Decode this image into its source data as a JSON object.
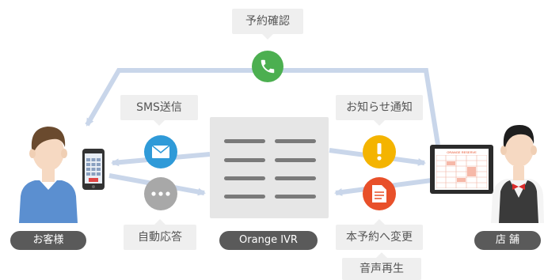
{
  "labels": {
    "reservation_confirm": "予約確認",
    "sms_send": "SMS送信",
    "auto_response": "自動応答",
    "notification": "お知らせ通知",
    "change_to_confirmed": "本予約へ変更",
    "audio_playback": "音声再生"
  },
  "pills": {
    "customer": "お客様",
    "ivr": "Orange IVR",
    "store": "店 舗"
  },
  "tablet_screen_title": "ORANGE RESERVE",
  "icons": [
    "phone-icon",
    "mail-icon",
    "dots-icon",
    "exclamation-icon",
    "document-icon",
    "smartphone-icon",
    "tablet-icon",
    "server-icon"
  ],
  "colors": {
    "arrow": "#c9d6ea",
    "phone_green": "#4caf50",
    "mail_blue": "#2f9ad8",
    "dots_gray": "#a8a8a8",
    "alert_yellow": "#f4b400",
    "doc_red": "#e8502a",
    "pill_dark": "#5a5a5a",
    "callout_bg": "#efefef",
    "ivr_box": "#e6e6e6"
  }
}
